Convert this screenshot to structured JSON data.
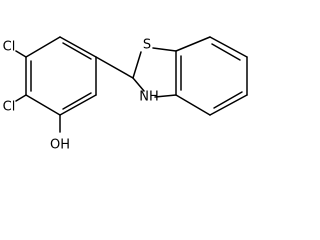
{
  "structure": {
    "atom_labels": {
      "cl_upper": "Cl",
      "cl_lower": "Cl",
      "oh": "OH",
      "s": "S",
      "nh": "NH"
    }
  }
}
